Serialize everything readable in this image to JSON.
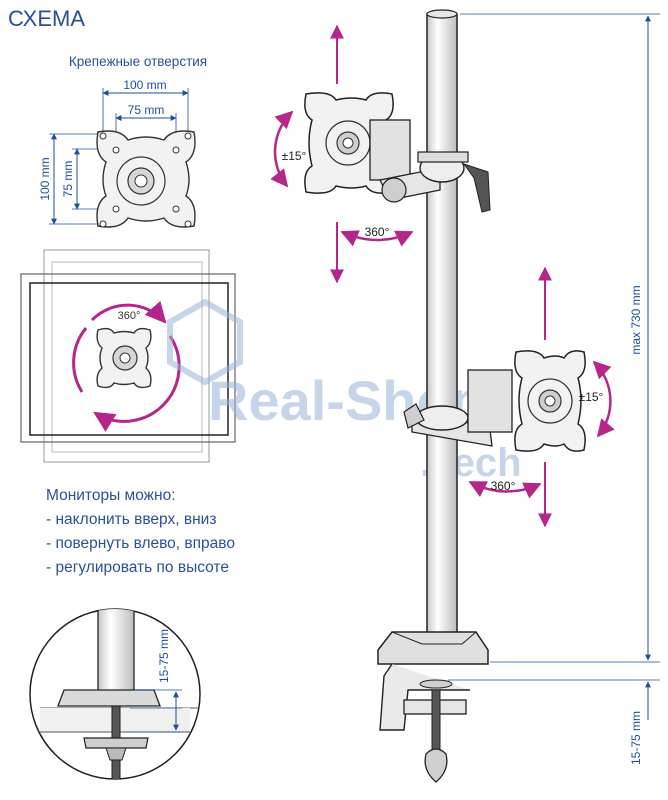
{
  "title": "СХЕМА",
  "vesa_panel": {
    "caption": "Крепежные отверстия",
    "outer_width": "100 mm",
    "inner_width": "75 mm",
    "outer_height": "100 mm",
    "inner_height": "75 mm"
  },
  "rotation": {
    "monitor_spin": "360°",
    "upper_swivel": "360°",
    "lower_swivel": "360°",
    "upper_tilt": "±15°",
    "lower_tilt": "±15°"
  },
  "features": {
    "heading": "Мониторы можно:",
    "items": [
      "- наклонить вверх, вниз",
      "- повернуть влево, вправо",
      "- регулировать по высоте"
    ]
  },
  "dimensions": {
    "pole_height": "max 730 mm",
    "clamp_range_side": "15-75 mm",
    "clamp_range_detail": "15-75 mm"
  },
  "watermark": {
    "line1": "Real-Shop",
    "line2": ".Tech"
  },
  "colors": {
    "text_blue": "#2a4f9e",
    "arrow_magenta": "#b5268a",
    "dimension_blue": "#1c4f9c",
    "watermark": "#9ab4dc"
  }
}
